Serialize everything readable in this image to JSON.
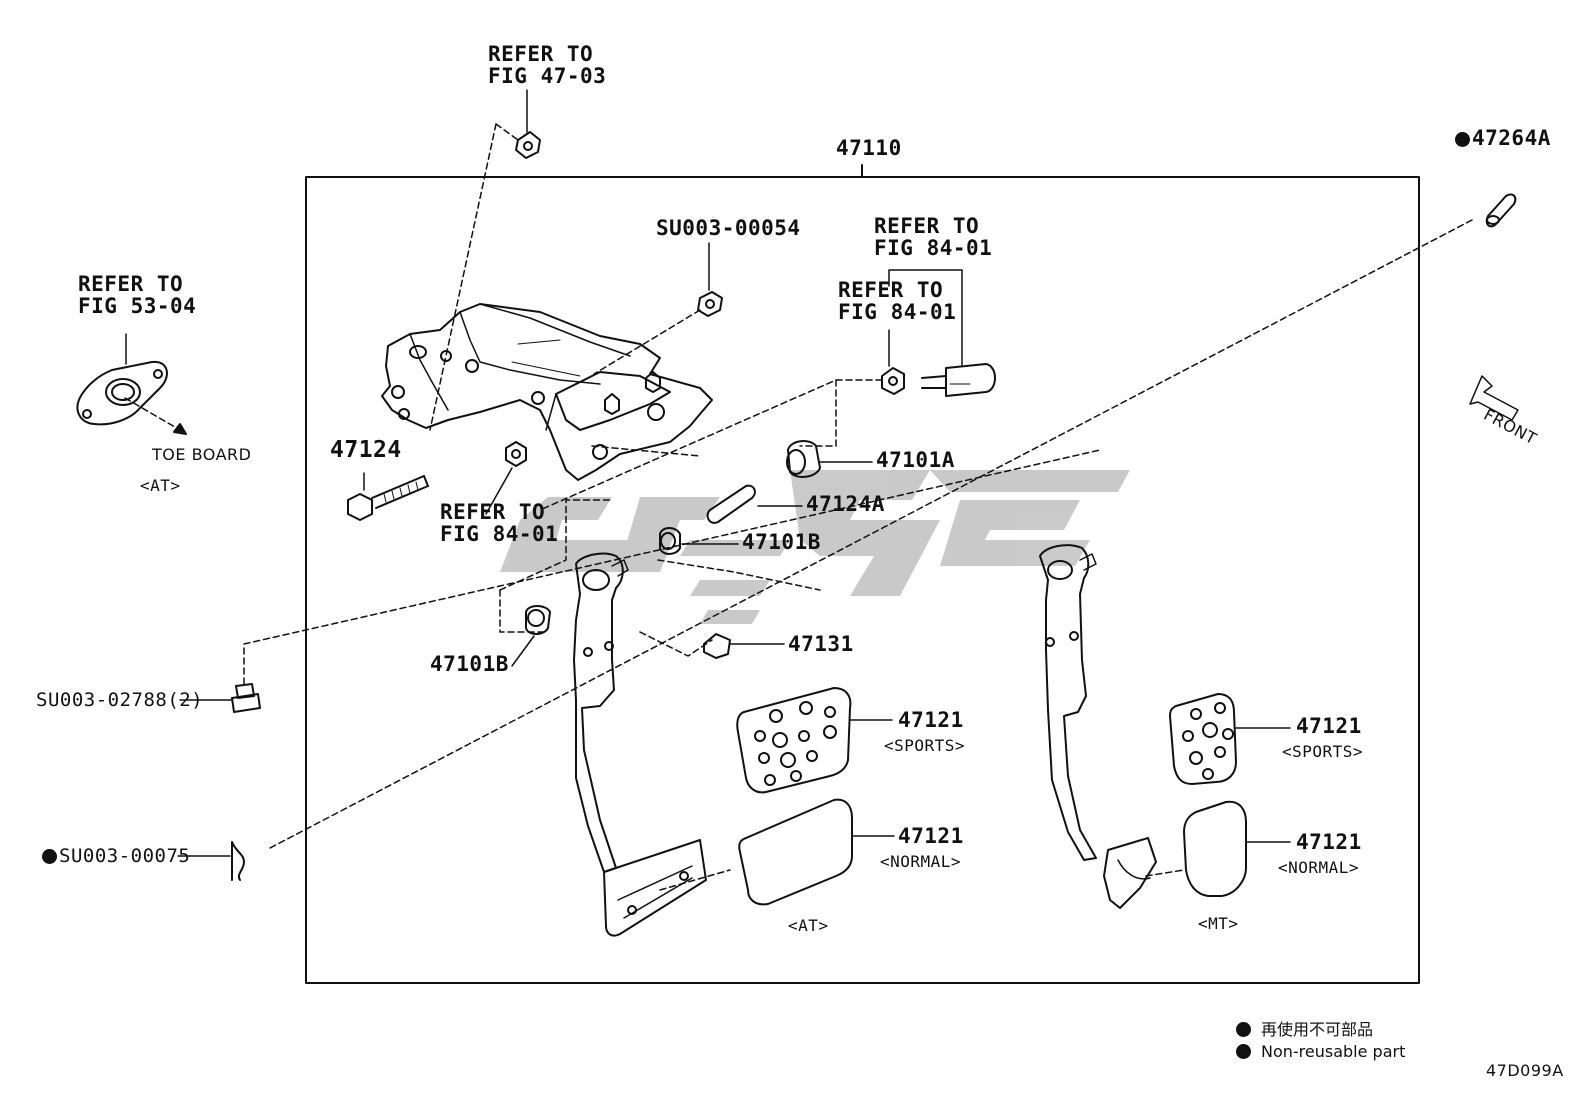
{
  "labels": {
    "refer_47_03": [
      "REFER TO",
      "FIG 47-03"
    ],
    "refer_53_04": [
      "REFER TO",
      "FIG 53-04"
    ],
    "toe_board": "TOE BOARD",
    "at_left": "<AT>",
    "part_47110": "47110",
    "part_47264A": "47264A",
    "su003_00054": "SU003-00054",
    "refer_84_01_a": [
      "REFER TO",
      "FIG 84-01"
    ],
    "refer_84_01_b": [
      "REFER TO",
      "FIG 84-01"
    ],
    "refer_84_01_c": [
      "REFER TO",
      "FIG 84-01"
    ],
    "part_47124": "47124",
    "part_47101A": "47101A",
    "part_47124A": "47124A",
    "part_47101B_right": "47101B",
    "part_47101B_left": "47101B",
    "part_47131": "47131",
    "su003_02788": "SU003-02788(2)",
    "su003_00075": "SU003-00075",
    "front": "FRONT",
    "at_sports_part": "47121",
    "at_sports_tag": "<SPORTS>",
    "at_normal_part": "47121",
    "at_normal_tag": "<NORMAL>",
    "at_bottom": "<AT>",
    "mt_sports_part": "47121",
    "mt_sports_tag": "<SPORTS>",
    "mt_normal_part": "47121",
    "mt_normal_tag": "<NORMAL>",
    "mt_bottom": "<MT>"
  },
  "legend": {
    "japanese": "再使用不可部品",
    "english": "Non-reusable part"
  },
  "diagram_code": "47D099A",
  "icons": {
    "non_reusable_marker": "filled-circle-icon",
    "front_direction": "arrow-icon",
    "watermark": "logo-watermark"
  },
  "colors": {
    "line": "#111111",
    "watermark": "#c4c4c4",
    "background": "#ffffff"
  }
}
